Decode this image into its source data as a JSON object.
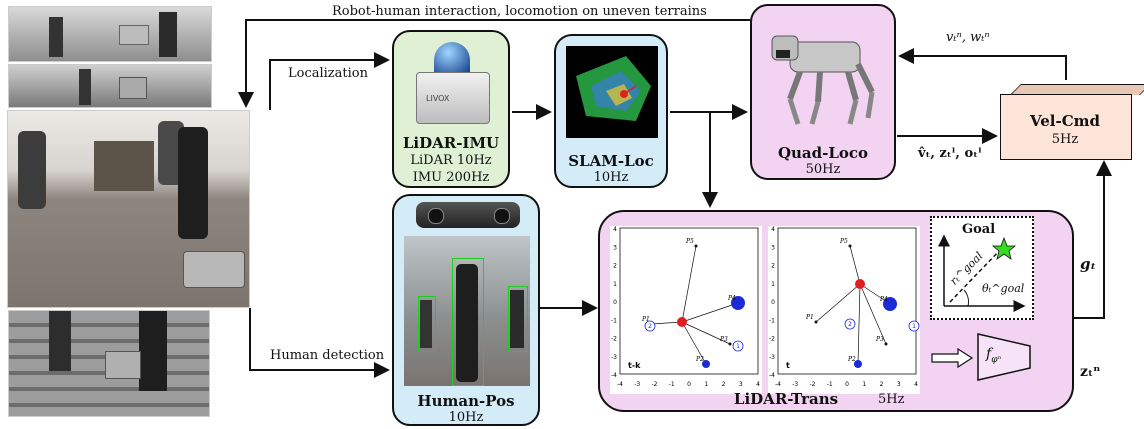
{
  "labels": {
    "top_arrow": "Robot-human interaction, locomotion on uneven terrains",
    "localization": "Localization",
    "human_detection": "Human detection",
    "vel_in": "v",
    "vel_in_full": "vₜⁿ, wₜⁿ",
    "obs_full": "v̂ₜ, zₜˡ, oₜˡ",
    "goal_out": "gₜ",
    "z_out": "zₜⁿ",
    "f_phi": "f",
    "f_phi_sub": "φⁿ"
  },
  "modules": {
    "lidar_imu": {
      "title": "LiDAR-IMU",
      "line1": "LiDAR 10Hz",
      "line2": "IMU 200Hz"
    },
    "slam_loc": {
      "title": "SLAM-Loc",
      "rate": "10Hz"
    },
    "quad_loco": {
      "title": "Quad-Loco",
      "rate": "50Hz"
    },
    "vel_cmd": {
      "title": "Vel-Cmd",
      "rate": "5Hz"
    },
    "human_pos": {
      "title": "Human-Pos",
      "rate": "10Hz"
    },
    "lidar_trans": {
      "title": "LiDAR-Trans",
      "rate": "5Hz"
    }
  },
  "goal_panel": {
    "title": "Goal",
    "r_label": "rₜ^goal",
    "theta_label": "θₜ^goal"
  },
  "plots": {
    "left_tag": "t-k",
    "right_tag": "t",
    "ticks_x": [
      "-4",
      "-3",
      "-2",
      "-1",
      "0",
      "1",
      "2",
      "3",
      "4"
    ],
    "ticks_y": [
      "4",
      "3",
      "2",
      "1",
      "0",
      "-1",
      "-2",
      "-3",
      "-4"
    ],
    "points": [
      "P5",
      "P4",
      "P1",
      "P2",
      "P3"
    ],
    "left_numbers": [
      "2",
      "1"
    ],
    "right_numbers": [
      "2",
      "1"
    ]
  },
  "device": {
    "brand": "LIVOX"
  },
  "colors": {
    "lavender": "#f2d4f2",
    "blue": "#d4ecf8",
    "green": "#dff0d4",
    "peach": "#fde4d8",
    "mark_red": "#e02020",
    "mark_blue": "#1a2bd8",
    "star": "#33dd22"
  }
}
